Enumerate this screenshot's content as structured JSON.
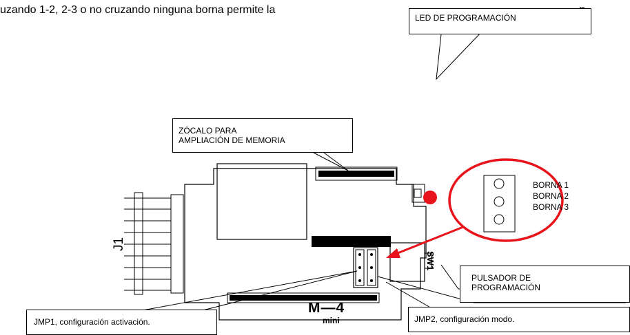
{
  "intro": {
    "visible_text": "uzando 1-2, 2-3 o no cruzando ninguna borna permite la",
    "trailing_text": "p."
  },
  "callouts": {
    "led": "LED DE PROGRAMACIÓN",
    "socket_line1": "ZÓCALO PARA",
    "socket_line2": "AMPLIACIÓN DE MEMORIA",
    "pushbutton_line1": "PULSADOR DE",
    "pushbutton_line2": "PROGRAMACIÓN",
    "jmp1": "JMP1, configuración activación.",
    "jmp2": "JMP2, configuración modo."
  },
  "board": {
    "connector_label": "J1",
    "switch_label": "SW1",
    "model_main": "M—4",
    "model_sub": "mini"
  },
  "zoom": {
    "terminals": [
      "BORNA 1",
      "BORNA 2",
      "BORNA 3"
    ],
    "circle_color": "#e8141c",
    "arrow_color": "#e8141c"
  },
  "led_color": "#e8141c"
}
